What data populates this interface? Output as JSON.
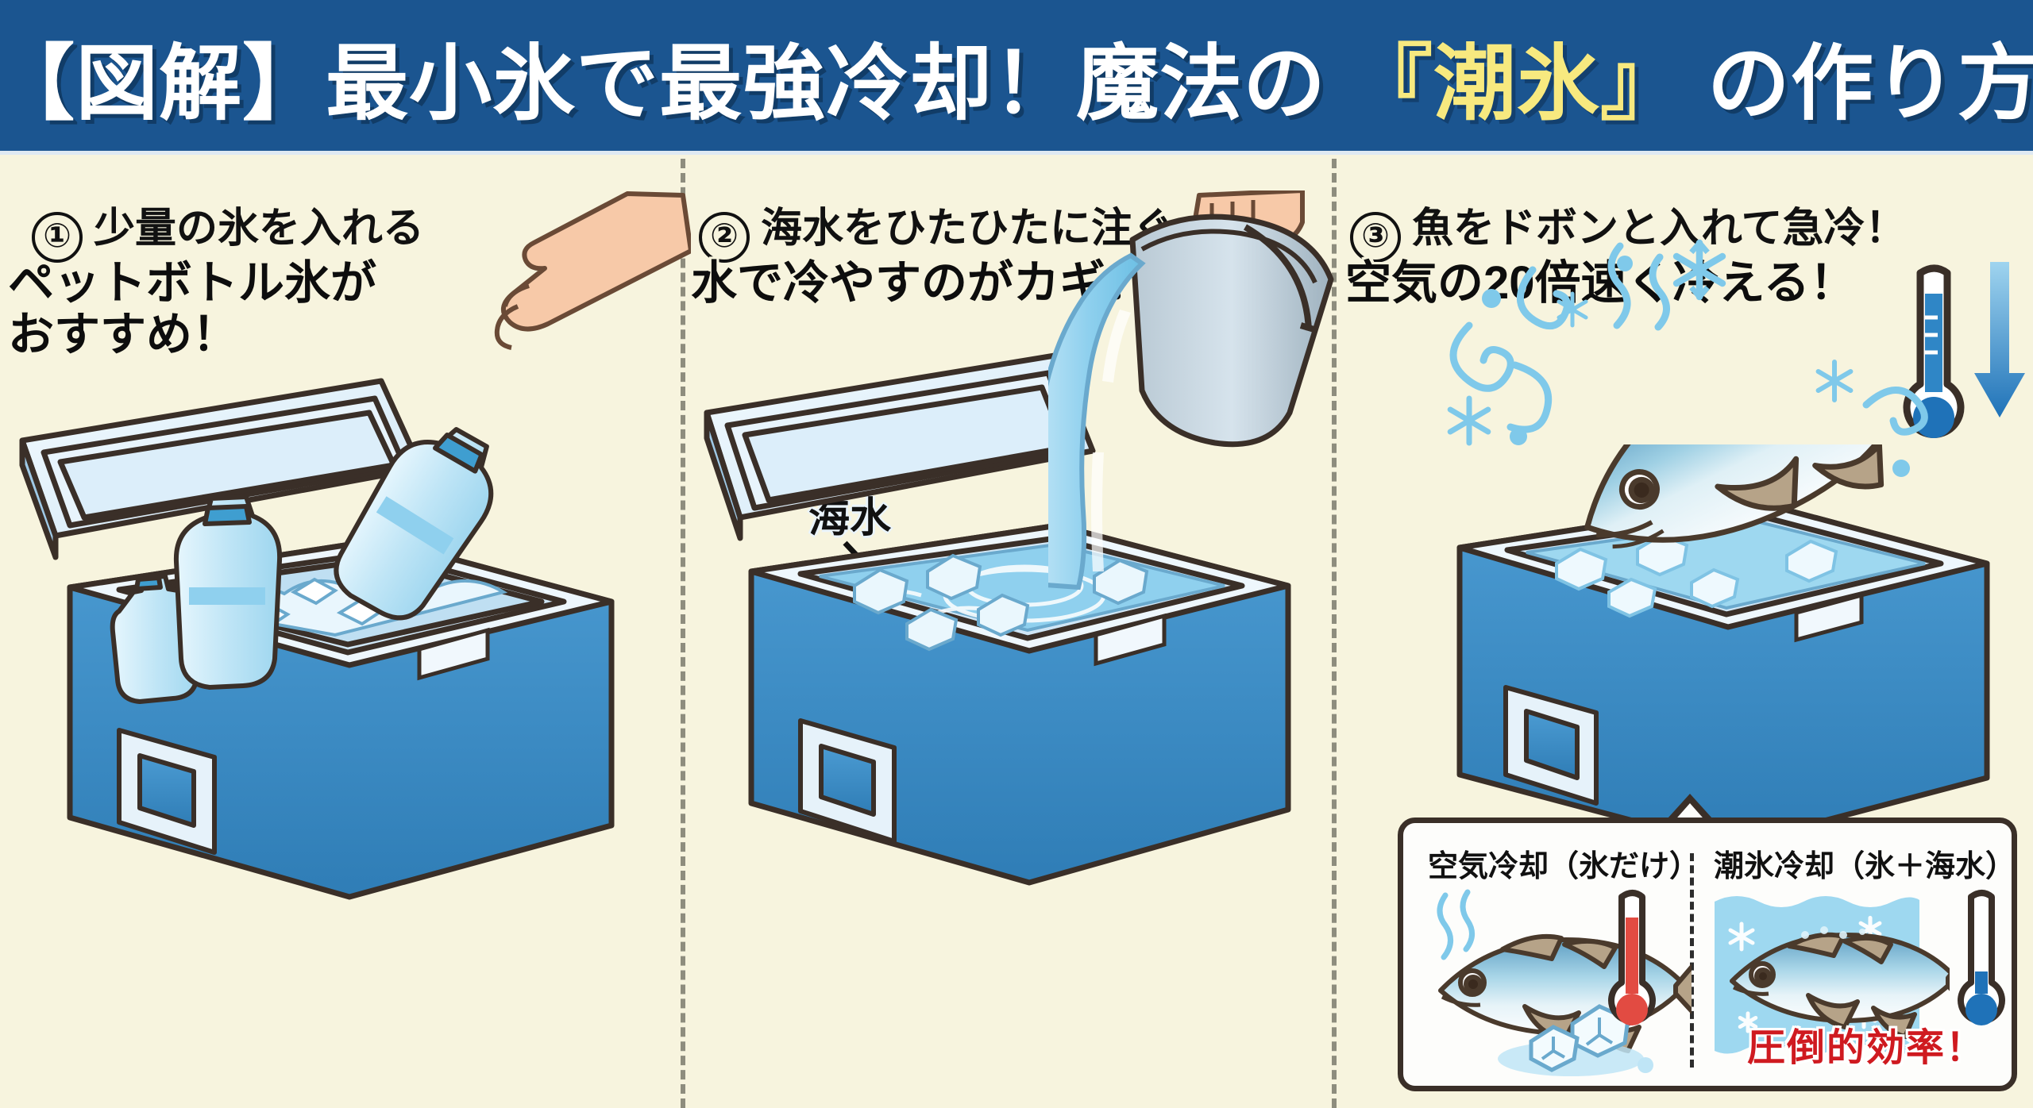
{
  "title": {
    "prefix": "【図解】最小氷で最強冷却！魔法の ",
    "highlight": "『潮氷』",
    "suffix": " の作り方",
    "bar_color": "#1b5590",
    "text_color": "#ffffff",
    "highlight_color": "#f7e97f"
  },
  "background_color": "#f7f4de",
  "steps": [
    {
      "number": "①",
      "heading": "少量の氷を入れる",
      "subtitle": "ペットボトル氷が\nおすすめ！",
      "illustration": "cooler-with-ice-and-pet-bottles-hand-placing-bottle"
    },
    {
      "number": "②",
      "heading": "海水をひたひたに注ぐ",
      "subtitle": "水で冷やすのがカギ！",
      "callout_label": "海水",
      "illustration": "cooler-with-ice-water-poured-from-bucket"
    },
    {
      "number": "③",
      "heading": "魚をドボンと入れて急冷！",
      "subtitle": "空気の20倍速く冷える！",
      "illustration": "fish-dropping-into-iced-seawater-cooler-with-snowflakes-swirls-and-blue-thermometer"
    }
  ],
  "comparison": {
    "left": {
      "title": "空気冷却（氷だけ）",
      "thermometer_color": "#e24b42",
      "icons": "fish-with-melting-ice-cubes-and-heat-waves"
    },
    "right": {
      "title": "潮氷冷却（氷＋海水）",
      "thermometer_color": "#1f72b8",
      "icons": "fish-submerged-in-icy-seawater-with-snowflakes",
      "badge": "圧倒的効率！",
      "badge_color": "#cf1a20"
    }
  },
  "palette": {
    "cooler_body": "#3f8fc9",
    "cooler_body_dark": "#2f7db6",
    "cooler_lid": "#dfeefa",
    "outline": "#3a2f28",
    "ice": "#dff0fb",
    "water": "#8fd0ee",
    "skin": "#f7c9a8",
    "snowflake": "#7fc9ea"
  }
}
